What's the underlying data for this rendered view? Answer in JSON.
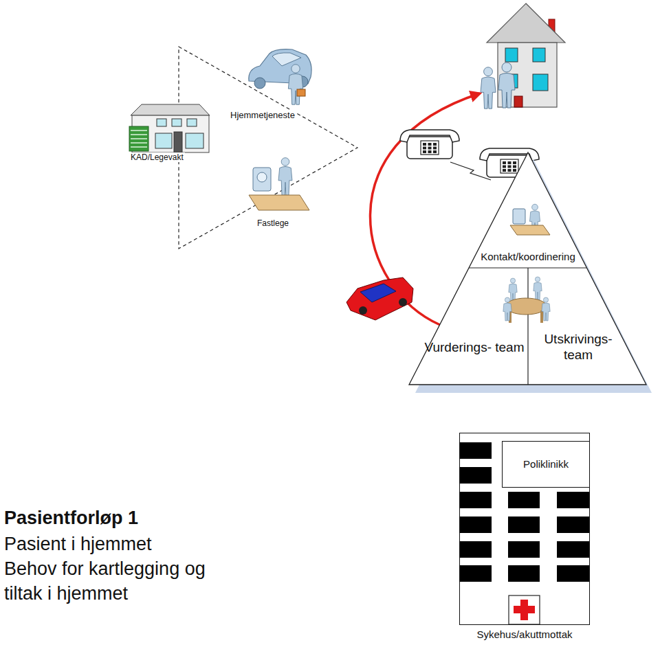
{
  "diagram": {
    "title": "Pasientforløp 1",
    "nodes": [
      {
        "text": [
          "Kontakt/koordinering"
        ]
      },
      {
        "text": [
          "Vurderings- team"
        ]
      },
      {
        "text": [
          "Utskrivings- team"
        ]
      },
      {
        "text": [
          "Sykehus/akuttmottak"
        ]
      },
      {
        "text": [
          "Poliklinikk"
        ],
        "in": 3
      }
    ],
    "labels": [
      "KAD/Legevakt",
      "Hjemmetjeneste",
      "Fastlege",
      "Pasient i hjemmet",
      "Behov for kartlegging og tiltak i hjemmet"
    ]
  }
}
